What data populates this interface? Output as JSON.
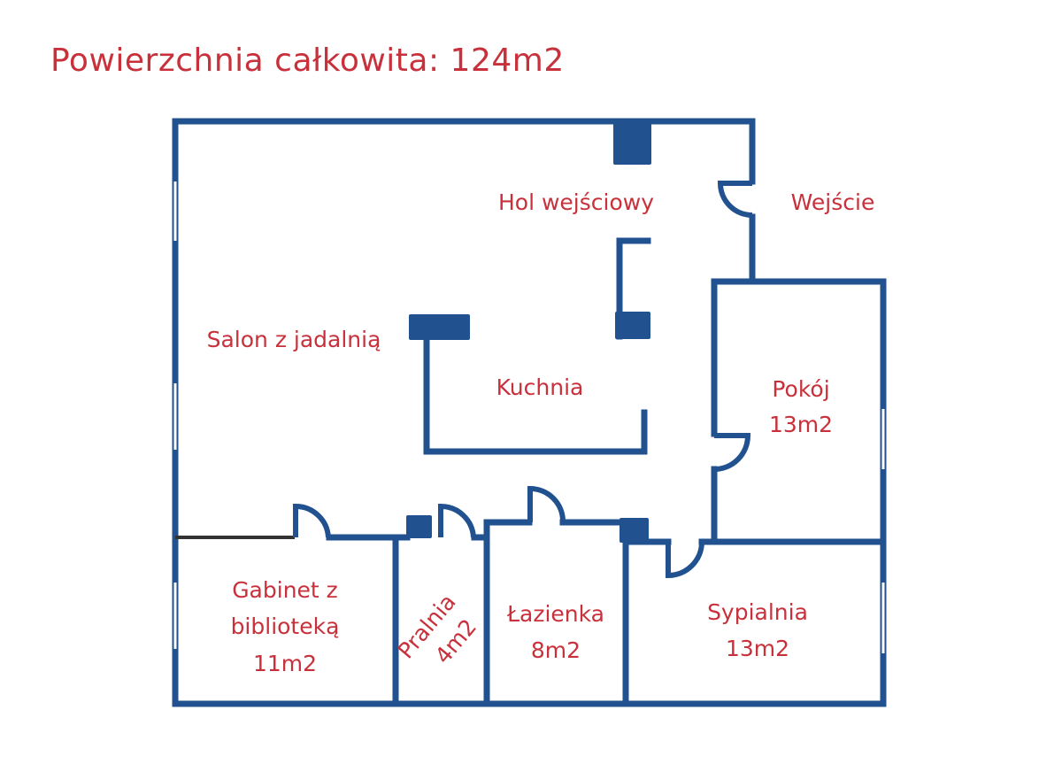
{
  "title": "Powierzchnia całkowita: 124m2",
  "colors": {
    "walls": "#21528f",
    "labels": "#c8313b"
  },
  "rooms": {
    "hall": "Hol wejściowy",
    "entrance": "Wejście",
    "living": "Salon z jadalnią",
    "kitchen": "Kuchnia",
    "room": {
      "name": "Pokój",
      "area": "13m2"
    },
    "study": {
      "name1": "Gabinet z",
      "name2": "biblioteką",
      "area": "11m2"
    },
    "laundry": {
      "name": "Pralnia",
      "area": "4m2"
    },
    "bathroom": {
      "name": "Łazienka",
      "area": "8m2"
    },
    "bedroom": {
      "name": "Sypialnia",
      "area": "13m2"
    }
  }
}
